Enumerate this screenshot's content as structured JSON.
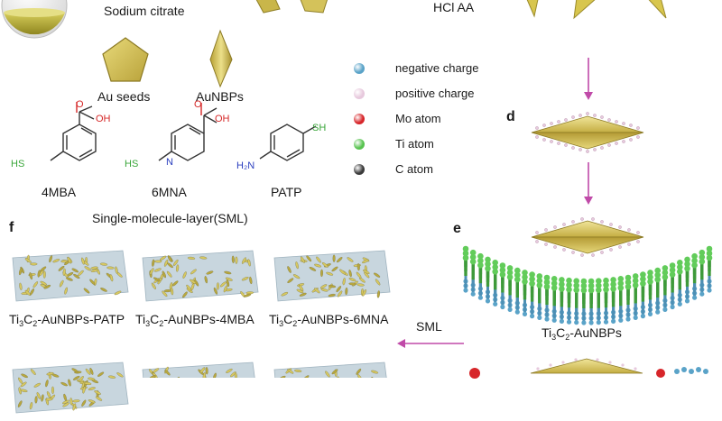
{
  "top": {
    "sodium_citrate": "Sodium citrate",
    "reagents": "HCl  AA",
    "au_seeds": "Au seeds",
    "aunbps": "AuNBPs"
  },
  "legend": [
    {
      "label": "negative charge",
      "color": "#5aa3c8"
    },
    {
      "label": "positive charge",
      "color": "#e7c9dd"
    },
    {
      "label": "Mo atom",
      "color": "#d7262a"
    },
    {
      "label": "Ti atom",
      "color": "#58c350"
    },
    {
      "label": "C atom",
      "color": "#3b3b3b"
    }
  ],
  "molecules": {
    "m1": "4MBA",
    "m2": "6MNA",
    "m3": "PATP",
    "sml_caption": "Single-molecule-layer(SML)",
    "oh": "OH",
    "o": "O",
    "hs": "HS",
    "sh": "SH",
    "n": "N",
    "h2n": "H₂N"
  },
  "panels": {
    "d": "d",
    "e": "e",
    "f": "f"
  },
  "composites": {
    "ti": "Ti",
    "sub3": "3",
    "c": "C",
    "sub2": "2",
    "patp_suffix": "-AuNBPs-PATP",
    "mba_suffix": "-AuNBPs-4MBA",
    "mna_suffix": "-AuNBPs-6MNA",
    "ti3c2_suffix": "-AuNBPs"
  },
  "arrow_label": "SML"
}
